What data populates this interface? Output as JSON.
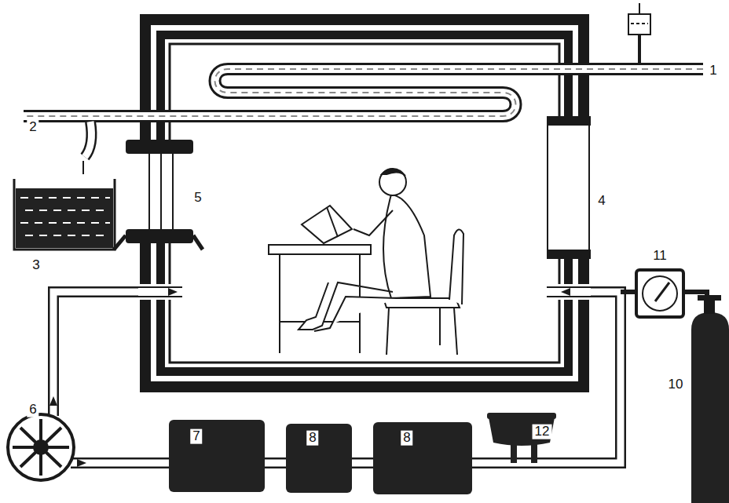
{
  "diagram": {
    "labels": [
      "1",
      "2",
      "3",
      "5",
      "4",
      "11",
      "6",
      "7",
      "8",
      "8",
      "12",
      "10"
    ]
  }
}
